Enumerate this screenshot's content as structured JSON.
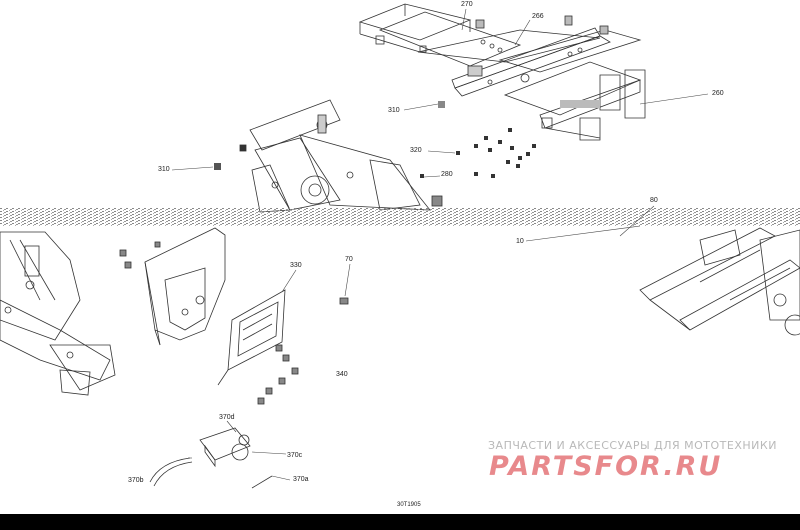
{
  "callouts": [
    {
      "id": "c270",
      "text": "270"
    },
    {
      "id": "c266",
      "text": "266"
    },
    {
      "id": "c260",
      "text": "260"
    },
    {
      "id": "c310a",
      "text": "310"
    },
    {
      "id": "c310b",
      "text": "310"
    },
    {
      "id": "c320",
      "text": "320"
    },
    {
      "id": "c280",
      "text": "280"
    },
    {
      "id": "c80",
      "text": "80"
    },
    {
      "id": "c10",
      "text": "10"
    },
    {
      "id": "c330",
      "text": "330"
    },
    {
      "id": "c70",
      "text": "70"
    },
    {
      "id": "c340",
      "text": "340"
    },
    {
      "id": "c370d",
      "text": "370d"
    },
    {
      "id": "c370c",
      "text": "370c"
    },
    {
      "id": "c370b",
      "text": "370b"
    },
    {
      "id": "c370a",
      "text": "370a"
    }
  ],
  "watermark": {
    "tagline": "ЗАПЧАСТИ И АКСЕССУАРЫ ДЛЯ МОТОТЕХНИКИ",
    "logo": "PARTSFOR.RU"
  },
  "diagram_code": "30T1905"
}
